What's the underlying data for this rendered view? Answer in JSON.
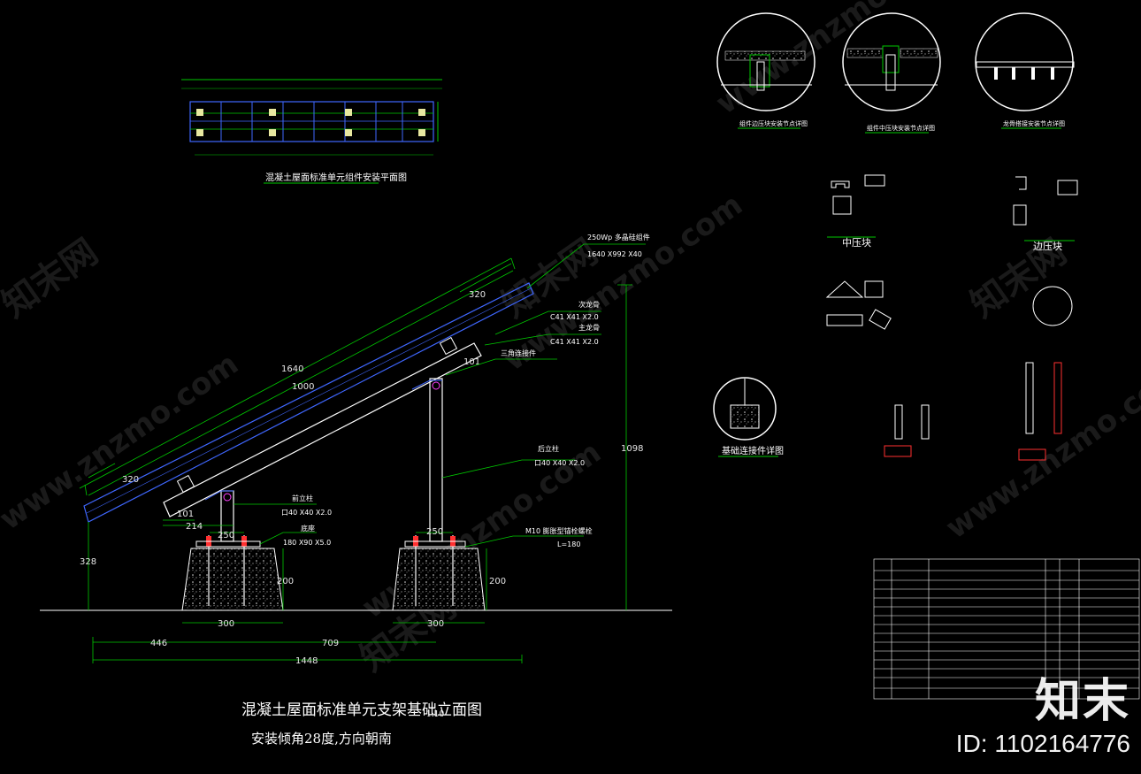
{
  "main_view": {
    "title": "混凝土屋面标准单元支架基础立面图",
    "title_scale": "1:10",
    "subtitle": "安装倾角28度,方向朝南",
    "labels": {
      "module": "250Wp 多晶硅组件",
      "module_size": "1640 X992 X40",
      "secondary_beam": "次龙骨",
      "secondary_beam_spec": "C41 X41 X2.0",
      "main_beam": "主龙骨",
      "main_beam_spec": "C41 X41 X2.0",
      "triangle_connector": "三角连接件",
      "rear_post": "后立柱",
      "rear_post_spec": "口40 X40 X2.0",
      "front_post": "前立柱",
      "front_post_spec": "口40 X40 X2.0",
      "base_plate": "底座",
      "base_plate_spec": "180 X90 X5.0",
      "anchor_bolt": "M10 膨胀型锚栓螺栓",
      "anchor_length": "L=180"
    },
    "dimensions": {
      "d_320_top": "320",
      "d_1640": "1640",
      "d_1000": "1000",
      "d_320_bottom": "320",
      "d_101_top": "101",
      "d_101_bottom": "101",
      "d_214": "214",
      "d_250_left": "250",
      "d_250_right": "250",
      "d_1098": "1098",
      "d_328": "328",
      "d_200_left": "200",
      "d_200_right": "200",
      "d_300_left": "300",
      "d_300_right": "300",
      "d_446": "446",
      "d_709": "709",
      "d_1448": "1448"
    }
  },
  "plan_view": {
    "title": "混凝土屋面标准单元组件安装平面图"
  },
  "details": {
    "detail_1": "组件边压块安装节点详图",
    "detail_2": "组件中压块安装节点详图",
    "detail_3": "龙骨搭接安装节点详图",
    "middle_clamp": "中压块",
    "edge_clamp": "边压块",
    "foundation_detail": "基础连接件详图"
  },
  "watermark": {
    "url": "www.znzmo.com",
    "brand_cn": "知末网"
  },
  "brand": {
    "logo": "知末",
    "id_text": "ID: 1102164776"
  },
  "colors": {
    "background": "#000000",
    "green": "#00c800",
    "white": "#ffffff",
    "blue": "#3f67ff",
    "red": "#ff3030",
    "magenta": "#ff40ff"
  }
}
